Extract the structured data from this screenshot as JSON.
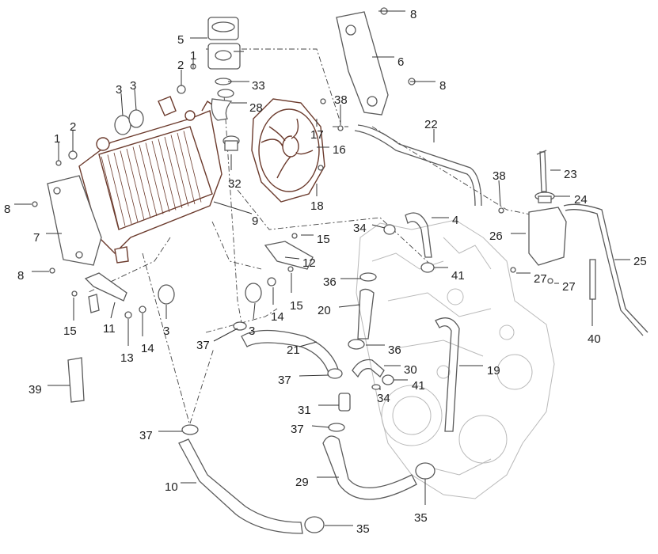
{
  "callouts": [
    {
      "id": "c8a",
      "text": "8"
    },
    {
      "id": "c6",
      "text": "6"
    },
    {
      "id": "c8b",
      "text": "8"
    },
    {
      "id": "c5",
      "text": "5"
    },
    {
      "id": "c1a",
      "text": "1"
    },
    {
      "id": "c2a",
      "text": "2"
    },
    {
      "id": "c33",
      "text": "33"
    },
    {
      "id": "c3a",
      "text": "3"
    },
    {
      "id": "c3b",
      "text": "3"
    },
    {
      "id": "c28",
      "text": "28"
    },
    {
      "id": "c38a",
      "text": "38"
    },
    {
      "id": "c22",
      "text": "22"
    },
    {
      "id": "c17",
      "text": "17"
    },
    {
      "id": "c2b",
      "text": "2"
    },
    {
      "id": "c16",
      "text": "16"
    },
    {
      "id": "c1b",
      "text": "1"
    },
    {
      "id": "c32",
      "text": "32"
    },
    {
      "id": "c23",
      "text": "23"
    },
    {
      "id": "c38b",
      "text": "38"
    },
    {
      "id": "c18",
      "text": "18"
    },
    {
      "id": "c24",
      "text": "24"
    },
    {
      "id": "c8c",
      "text": "8"
    },
    {
      "id": "c9",
      "text": "9"
    },
    {
      "id": "c34a",
      "text": "34"
    },
    {
      "id": "c4",
      "text": "4"
    },
    {
      "id": "c7",
      "text": "7"
    },
    {
      "id": "c26",
      "text": "26"
    },
    {
      "id": "c15a",
      "text": "15"
    },
    {
      "id": "c25",
      "text": "25"
    },
    {
      "id": "c12",
      "text": "12"
    },
    {
      "id": "c8d",
      "text": "8"
    },
    {
      "id": "c41a",
      "text": "41"
    },
    {
      "id": "c36a",
      "text": "36"
    },
    {
      "id": "c27a",
      "text": "27"
    },
    {
      "id": "c27b",
      "text": "27"
    },
    {
      "id": "c15b",
      "text": "15"
    },
    {
      "id": "c14a",
      "text": "14"
    },
    {
      "id": "c20",
      "text": "20"
    },
    {
      "id": "c15c",
      "text": "15"
    },
    {
      "id": "c11",
      "text": "11"
    },
    {
      "id": "c3c",
      "text": "3"
    },
    {
      "id": "c3d",
      "text": "3"
    },
    {
      "id": "c40",
      "text": "40"
    },
    {
      "id": "c14b",
      "text": "14"
    },
    {
      "id": "c37a",
      "text": "37"
    },
    {
      "id": "c13",
      "text": "13"
    },
    {
      "id": "c21",
      "text": "21"
    },
    {
      "id": "c36b",
      "text": "36"
    },
    {
      "id": "c19",
      "text": "19"
    },
    {
      "id": "c30",
      "text": "30"
    },
    {
      "id": "c37b",
      "text": "37"
    },
    {
      "id": "c41b",
      "text": "41"
    },
    {
      "id": "c39",
      "text": "39"
    },
    {
      "id": "c34b",
      "text": "34"
    },
    {
      "id": "c31",
      "text": "31"
    },
    {
      "id": "c37c",
      "text": "37"
    },
    {
      "id": "c37d",
      "text": "37"
    },
    {
      "id": "c10",
      "text": "10"
    },
    {
      "id": "c29",
      "text": "29"
    },
    {
      "id": "c35a",
      "text": "35"
    },
    {
      "id": "c35b",
      "text": "35"
    }
  ]
}
